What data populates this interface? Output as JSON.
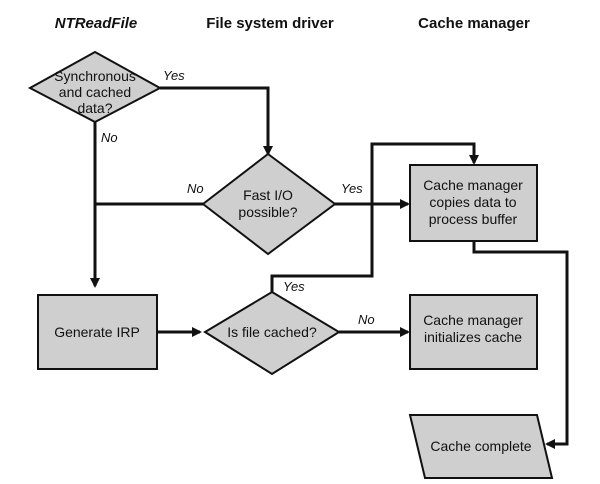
{
  "headers": {
    "col1": "NTReadFile",
    "col2": "File system driver",
    "col3": "Cache manager"
  },
  "nodes": {
    "sync_cached": [
      "Synchronous",
      "and cached",
      "data?"
    ],
    "fast_io": [
      "Fast I/O",
      "possible?"
    ],
    "copies_data": [
      "Cache manager",
      "copies data to",
      "process buffer"
    ],
    "generate_irp": "Generate IRP",
    "is_file_cached": "Is file cached?",
    "initializes_cache": [
      "Cache manager",
      "initializes cache"
    ],
    "cache_complete": "Cache complete"
  },
  "edge_labels": {
    "sync_yes": "Yes",
    "sync_no": "No",
    "fastio_no": "No",
    "fastio_yes": "Yes",
    "cached_yes": "Yes",
    "cached_no": "No"
  },
  "colors": {
    "shape_fill": "#cfcfcf",
    "stroke": "#111111"
  }
}
